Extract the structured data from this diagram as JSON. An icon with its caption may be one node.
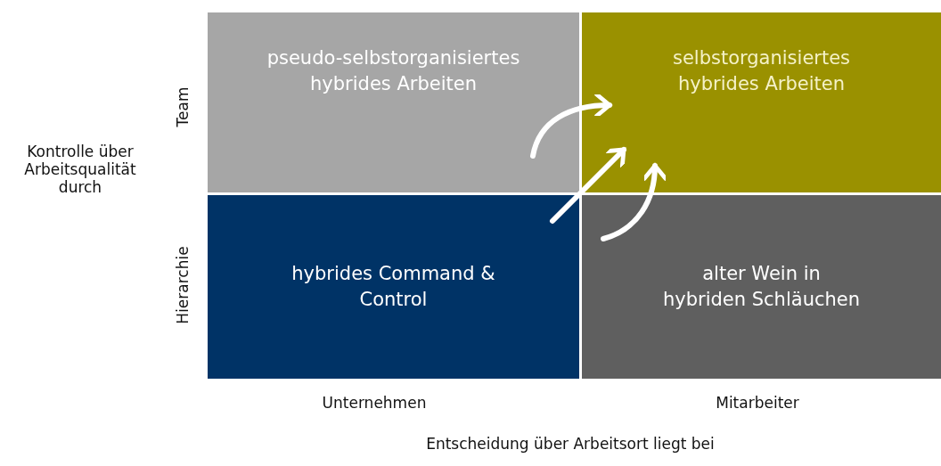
{
  "diagram": {
    "nodes": [
      {
        "text": [
          "pseudo-selbstorganisiertes hybrides Arbeiten"
        ]
      },
      {
        "text": [
          "selbstorganisiertes hybrides Arbeiten"
        ]
      },
      {
        "text": [
          "hybrides Command & Control"
        ]
      },
      {
        "text": [
          "alter Wein in hybriden Schläuchen"
        ]
      }
    ],
    "edges": [
      {
        "from": 0,
        "to": 1,
        "arrow": "to"
      },
      {
        "from": 2,
        "to": 1,
        "arrow": "to"
      },
      {
        "from": 3,
        "to": 1,
        "arrow": "to"
      }
    ],
    "labels": [
      "Team",
      "Kontrolle über Arbeitsqualität durch",
      "Hierarchie",
      "Unternehmen",
      "Mitarbeiter",
      "Entscheidung über Arbeitsort liegt bei"
    ]
  }
}
